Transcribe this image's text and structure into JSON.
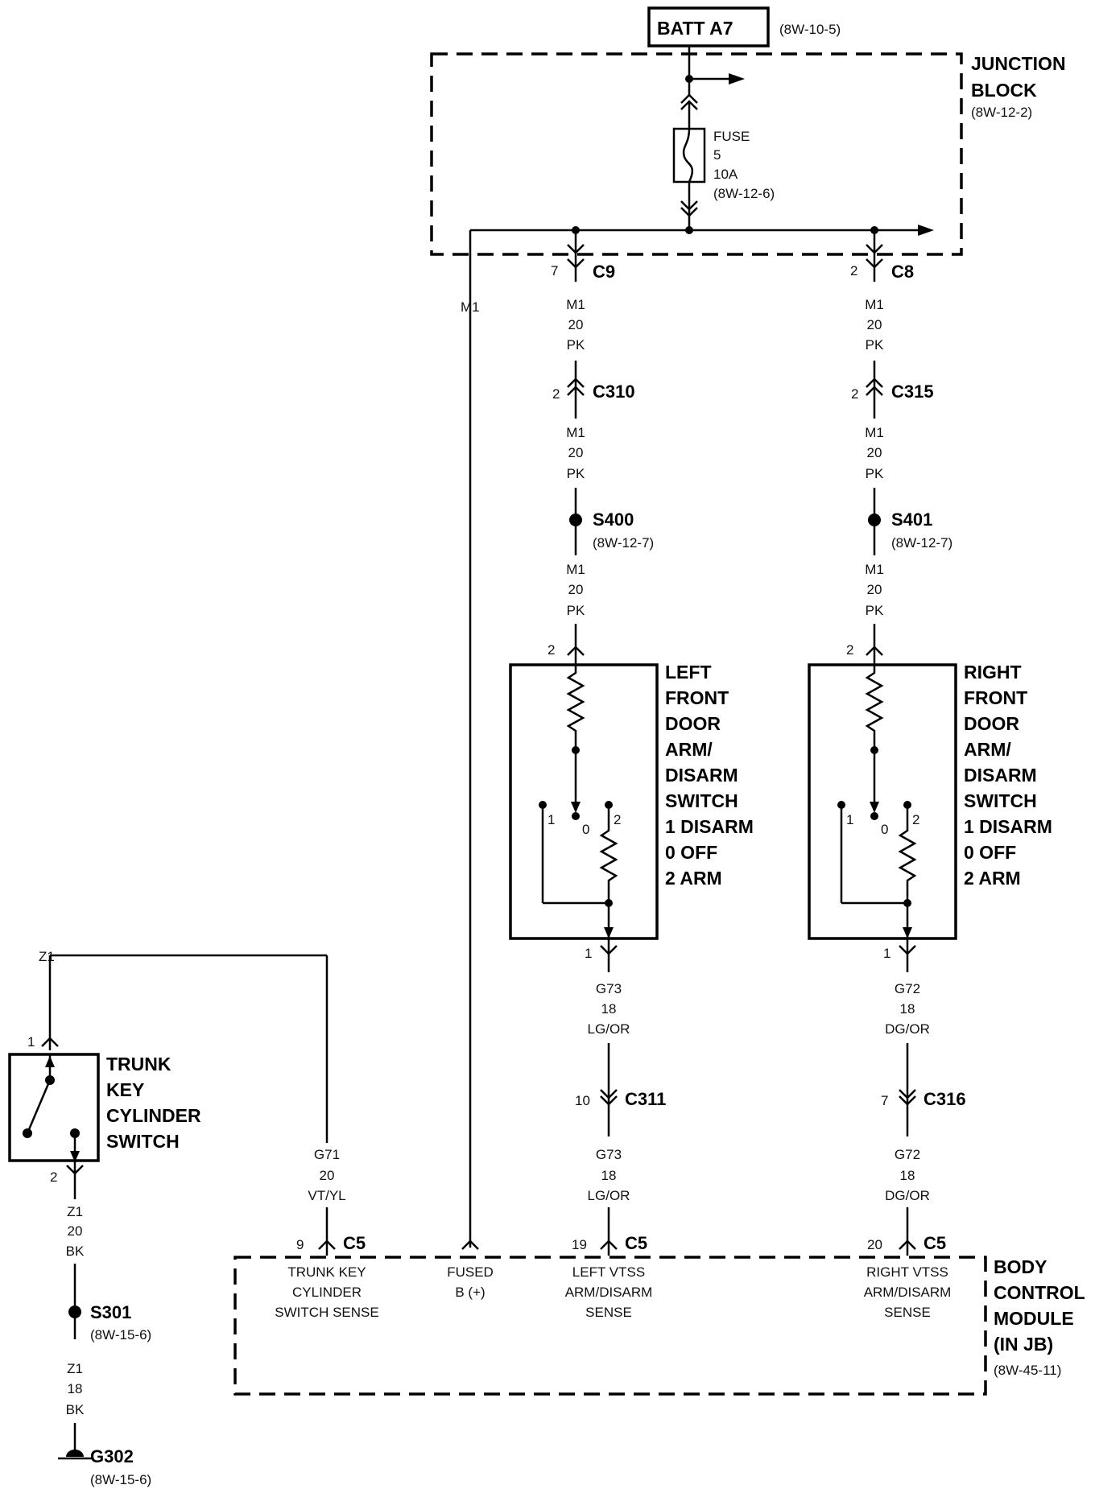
{
  "battery": {
    "label": "BATT A7",
    "ref": "(8W-10-5)"
  },
  "junction_block": {
    "title_lines": [
      "JUNCTION",
      "BLOCK"
    ],
    "ref": "(8W-12-2)"
  },
  "fuse": {
    "lines": [
      "FUSE",
      "5",
      "10A",
      "(8W-12-6)"
    ]
  },
  "connectors": {
    "c9": {
      "pin": "7",
      "name": "C9"
    },
    "c8": {
      "pin": "2",
      "name": "C8"
    },
    "c310": {
      "pin": "2",
      "name": "C310"
    },
    "c315": {
      "pin": "2",
      "name": "C315"
    },
    "c311": {
      "pin": "10",
      "name": "C311"
    },
    "c316": {
      "pin": "7",
      "name": "C316"
    },
    "c5_9": {
      "pin": "9",
      "name": "C5"
    },
    "c5_19": {
      "pin": "19",
      "name": "C5"
    },
    "c5_20": {
      "pin": "20",
      "name": "C5"
    }
  },
  "wires": {
    "m1_main": "M1",
    "m1_left_1": [
      "M1",
      "20",
      "PK"
    ],
    "m1_left_2": [
      "M1",
      "20",
      "PK"
    ],
    "m1_left_3": [
      "M1",
      "20",
      "PK"
    ],
    "m1_right_1": [
      "M1",
      "20",
      "PK"
    ],
    "m1_right_2": [
      "M1",
      "20",
      "PK"
    ],
    "m1_right_3": [
      "M1",
      "20",
      "PK"
    ],
    "g73_1": [
      "G73",
      "18",
      "LG/OR"
    ],
    "g73_2": [
      "G73",
      "18",
      "LG/OR"
    ],
    "g72_1": [
      "G72",
      "18",
      "DG/OR"
    ],
    "g72_2": [
      "G72",
      "18",
      "DG/OR"
    ],
    "g71": [
      "G71",
      "20",
      "VT/YL"
    ],
    "z1_1": [
      "Z1",
      "20",
      "BK"
    ],
    "z1_2": [
      "Z1",
      "18",
      "BK"
    ],
    "z1_top": "Z1"
  },
  "splices": {
    "s400": {
      "name": "S400",
      "ref": "(8W-12-7)"
    },
    "s401": {
      "name": "S401",
      "ref": "(8W-12-7)"
    },
    "s301": {
      "name": "S301",
      "ref": "(8W-15-6)"
    }
  },
  "ground": {
    "name": "G302",
    "ref": "(8W-15-6)"
  },
  "left_switch": {
    "title_lines": [
      "LEFT",
      "FRONT",
      "DOOR",
      "ARM/",
      "DISARM",
      "SWITCH",
      "1 DISARM",
      "0 OFF",
      "2 ARM"
    ],
    "pin_top": "2",
    "pin_bottom": "1",
    "pos1": "1",
    "pos0": "0",
    "pos2": "2"
  },
  "right_switch": {
    "title_lines": [
      "RIGHT",
      "FRONT",
      "DOOR",
      "ARM/",
      "DISARM",
      "SWITCH",
      "1 DISARM",
      "0 OFF",
      "2 ARM"
    ],
    "pin_top": "2",
    "pin_bottom": "1",
    "pos1": "1",
    "pos0": "0",
    "pos2": "2"
  },
  "trunk_switch": {
    "title_lines": [
      "TRUNK",
      "KEY",
      "CYLINDER",
      "SWITCH"
    ],
    "pin_top": "1",
    "pin_bottom": "2"
  },
  "bcm": {
    "title_lines": [
      "BODY",
      "CONTROL",
      "MODULE",
      "(IN JB)"
    ],
    "ref": "(8W-45-11)",
    "inputs": {
      "trunk": [
        "TRUNK KEY",
        "CYLINDER",
        "SWITCH SENSE"
      ],
      "fused": [
        "FUSED",
        "B (+)"
      ],
      "left": [
        "LEFT VTSS",
        "ARM/DISARM",
        "SENSE"
      ],
      "right": [
        "RIGHT VTSS",
        "ARM/DISARM",
        "SENSE"
      ]
    }
  }
}
